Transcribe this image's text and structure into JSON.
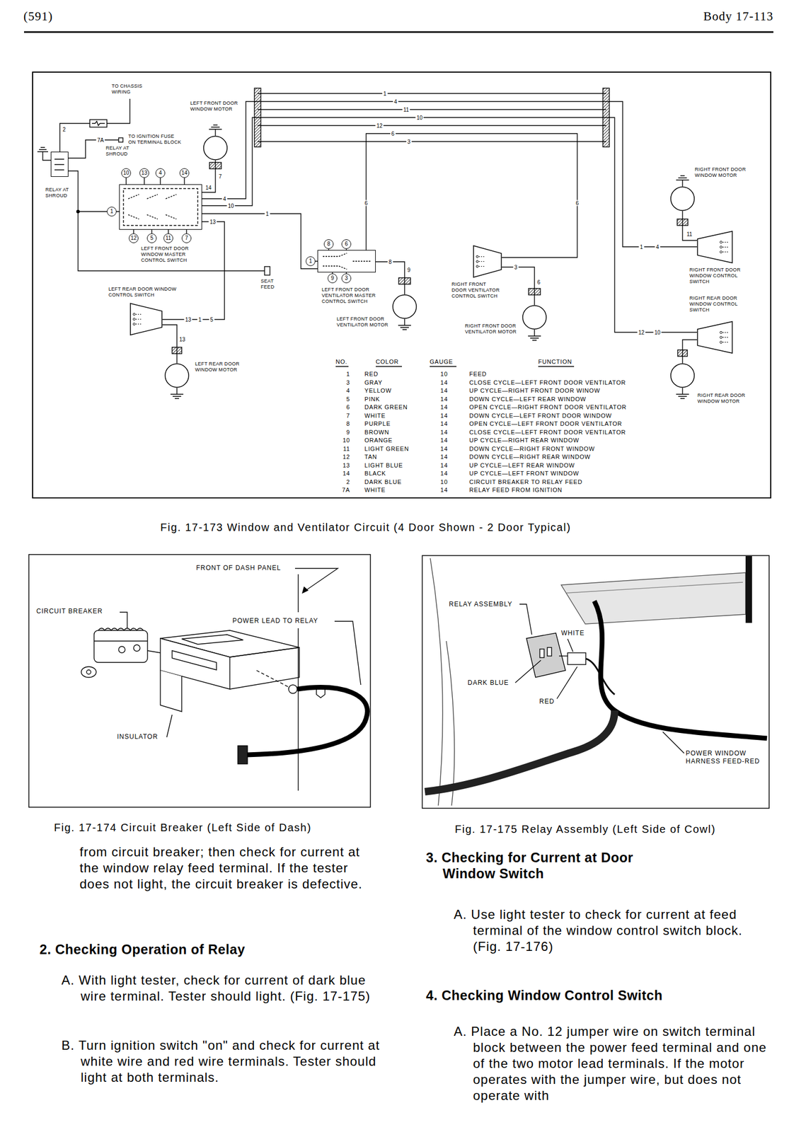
{
  "diagram": {
    "nodes": [
      {
        "text": [
          "RELAY AT SHROUD"
        ]
      },
      {
        "text": [
          "LEFT FRONT DOOR WINDOW MOTOR"
        ]
      },
      {
        "text": [
          "LEFT FRONT DOOR WINDOW MASTER CONTROL SWITCH"
        ]
      },
      {
        "text": [
          "10"
        ]
      },
      {
        "text": [
          "13"
        ]
      },
      {
        "text": [
          "4"
        ]
      },
      {
        "text": [
          "14"
        ]
      },
      {
        "text": [
          "1"
        ]
      },
      {
        "text": [
          "12"
        ]
      },
      {
        "text": [
          "5"
        ]
      },
      {
        "text": [
          "11"
        ]
      },
      {
        "text": [
          "7"
        ]
      },
      {
        "text": [
          "RIGHT FRONT DOOR WINDOW MOTOR"
        ]
      },
      {
        "text": [
          "LEFT FRONT DOOR VENTILATOR MASTER CONTROL SWITCH"
        ]
      },
      {
        "text": [
          "8"
        ]
      },
      {
        "text": [
          "6"
        ]
      },
      {
        "text": [
          "1"
        ]
      },
      {
        "text": [
          "9"
        ]
      },
      {
        "text": [
          "3"
        ]
      },
      {
        "text": [
          "RIGHT FRONT DOOR VENTILATOR CONTROL SWITCH"
        ]
      },
      {
        "text": [
          "RIGHT FRONT DOOR WINDOW CONTROL SWITCH"
        ]
      },
      {
        "text": [
          "LEFT FRONT DOOR VENTILATOR MOTOR"
        ]
      },
      {
        "text": [
          "RIGHT FRONT DOOR VENTILATOR MOTOR"
        ]
      },
      {
        "text": [
          "RIGHT REAR DOOR WINDOW CONTROL SWITCH"
        ]
      },
      {
        "text": [
          "LEFT REAR DOOR WINDOW CONTROL SWITCH"
        ]
      },
      {
        "text": [
          "LEFT REAR DOOR WINDOW MOTOR"
        ]
      },
      {
        "text": [
          "RIGHT REAR DOOR WINDOW MOTOR"
        ]
      }
    ],
    "edges": [
      {
        "from": 0,
        "to": 7,
        "arrow": "none"
      },
      {
        "from": 2,
        "to": 1,
        "arrow": "none"
      },
      {
        "from": 2,
        "to": 20,
        "arrow": "none"
      },
      {
        "from": 2,
        "to": 23,
        "arrow": "none"
      },
      {
        "from": 2,
        "to": 13,
        "arrow": "none"
      },
      {
        "from": 2,
        "to": 24,
        "arrow": "none"
      },
      {
        "from": 13,
        "to": 21,
        "arrow": "none"
      },
      {
        "from": 13,
        "to": 19,
        "arrow": "none"
      },
      {
        "from": 19,
        "to": 22,
        "arrow": "none"
      },
      {
        "from": 20,
        "to": 12,
        "arrow": "none"
      },
      {
        "from": 23,
        "to": 26,
        "arrow": "none"
      },
      {
        "from": 24,
        "to": 25,
        "arrow": "none"
      }
    ],
    "labels": [
      "(591)",
      "Body 17-113",
      "TO CHASSIS WIRING",
      "2",
      "7A",
      "TO IGNITION FUSE ON TERMINAL BLOCK",
      "RELAY AT SHROUD",
      "SEAT FEED",
      "1",
      "4",
      "11",
      "10",
      "12",
      "6",
      "3",
      "7",
      "14",
      "4",
      "10",
      "1",
      "13",
      "13",
      "1",
      "5",
      "13",
      "6",
      "8",
      "9",
      "6",
      "3",
      "6",
      "11",
      "1",
      "4",
      "12",
      "10",
      "NO.",
      "COLOR",
      "GAUGE",
      "FUNCTION",
      "1",
      "RED",
      "10",
      "FEED",
      "3",
      "GRAY",
      "14",
      "CLOSE CYCLE—LEFT FRONT DOOR VENTILATOR",
      "4",
      "YELLOW",
      "14",
      "UP CYCLE—RIGHT FRONT DOOR WINOW",
      "5",
      "PINK",
      "14",
      "DOWN CYCLE—LEFT REAR WINDOW",
      "6",
      "DARK GREEN",
      "14",
      "OPEN CYCLE—RIGHT FRONT DOOR VENTILATOR",
      "7",
      "WHITE",
      "14",
      "DOWN CYCLE—LEFT FRONT DOOR WINDOW",
      "8",
      "PURPLE",
      "14",
      "OPEN CYCLE—LEFT FRONT DOOR VENTILATOR",
      "9",
      "BROWN",
      "14",
      "CLOSE CYCLE—LEFT FRONT DOOR VENTILATOR",
      "10",
      "ORANGE",
      "14",
      "UP CYCLE—RIGHT REAR WINDOW",
      "11",
      "LIGHT GREEN",
      "14",
      "DOWN CYCLE—RIGHT FRONT WINDOW",
      "12",
      "TAN",
      "14",
      "DOWN CYCLE—RIGHT REAR WINDOW",
      "13",
      "LIGHT BLUE",
      "14",
      "UP CYCLE—LEFT REAR WINDOW",
      "14",
      "BLACK",
      "14",
      "UP CYCLE—LEFT FRONT WINDOW",
      "2",
      "DARK BLUE",
      "10",
      "CIRCUIT BREAKER TO RELAY FEED",
      "7A",
      "WHITE",
      "14",
      "RELAY FEED FROM IGNITION",
      "Fig. 17-173 Window and Ventilator Circuit (4 Door Shown - 2 Door Typical)",
      "FRONT OF DASH PANEL",
      "CIRCUIT BREAKER",
      "POWER LEAD TO RELAY",
      "INSULATOR",
      "Fig. 17-174 Circuit Breaker (Left Side of Dash)",
      "RELAY ASSEMBLY",
      "WHITE",
      "DARK BLUE",
      "RED",
      "POWER WINDOW HARNESS FEED-RED",
      "Fig. 17-175 Relay Assembly (Left Side of Cowl)",
      "from circuit breaker; then check for current at the window relay feed terminal. If the tester does not light, the circuit breaker is defective.",
      "2. Checking Operation of Relay",
      "A. With light tester, check for current of dark blue wire terminal. Tester should light. (Fig. 17-175)",
      "B. Turn ignition switch \"on\" and check for current at white wire and red wire terminals. Tester should light at both terminals.",
      "3. Checking for Current at Door Window Switch",
      "A. Use light tester to check for current at feed terminal of the window control switch block. (Fig. 17-176)",
      "4. Checking Window Control Switch",
      "A. Place a No. 12 jumper wire on switch terminal block between the power feed terminal and one of the two motor lead terminals. If the motor operates with the jumper wire, but does not operate with"
    ]
  }
}
